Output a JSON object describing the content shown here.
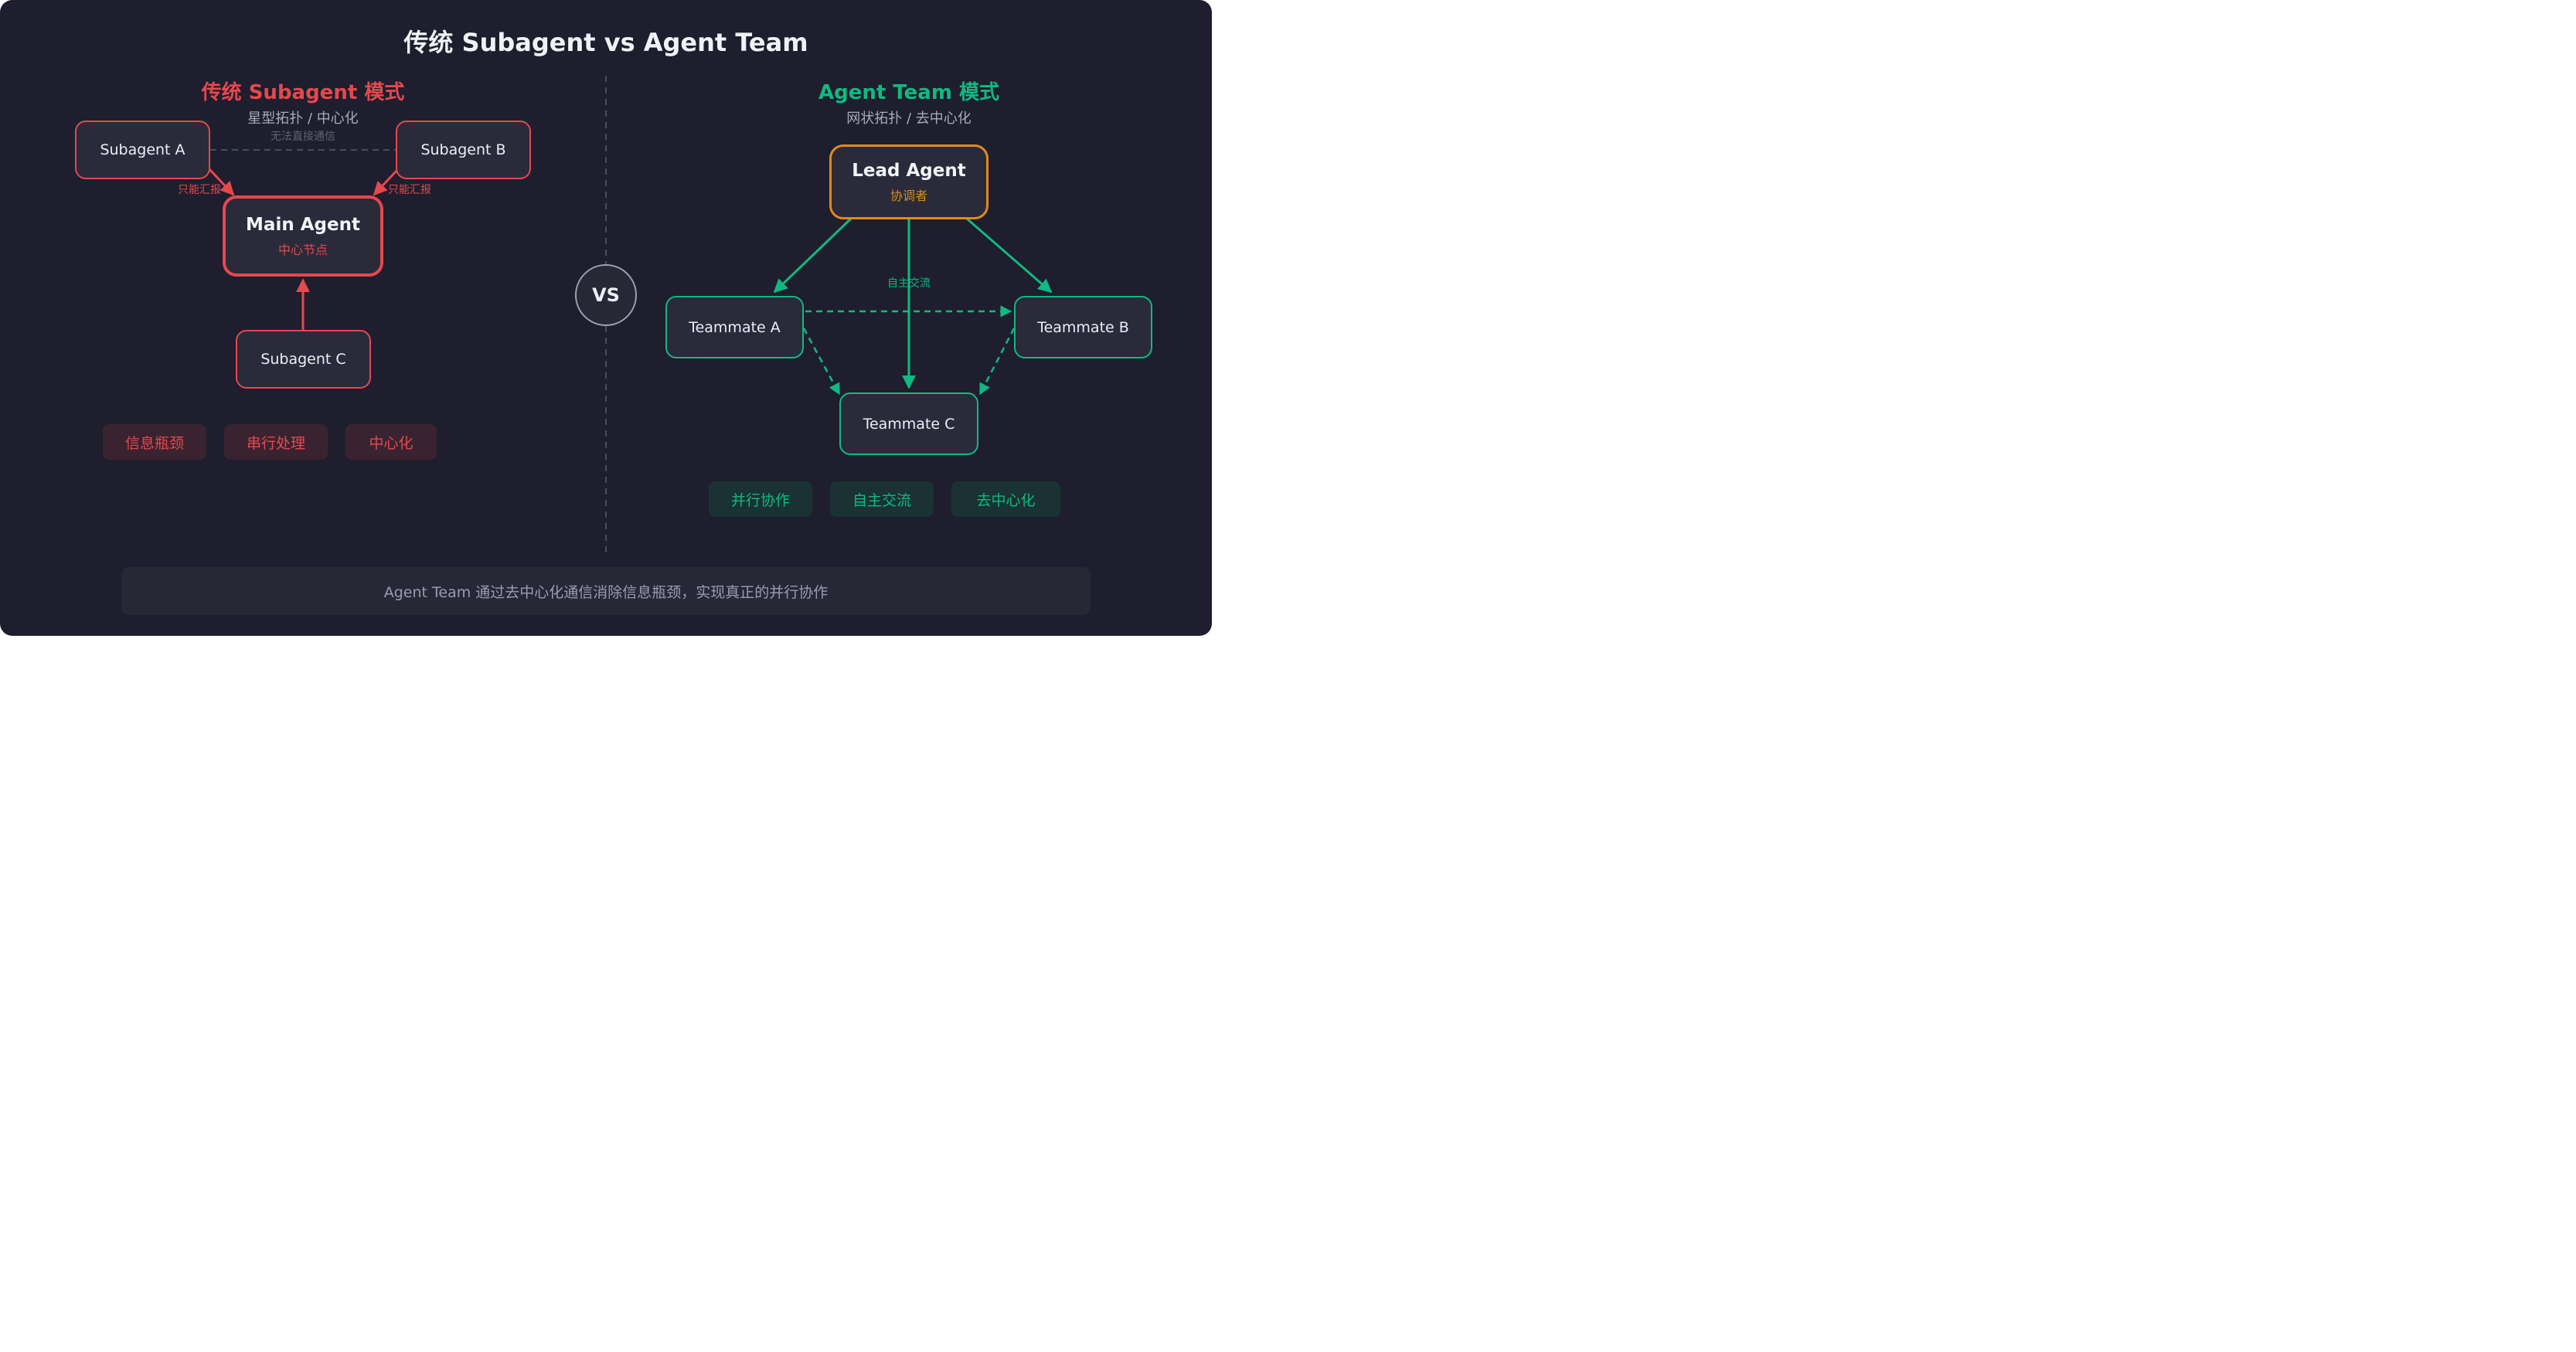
{
  "title": "传统 Subagent vs Agent Team",
  "vs_label": "VS",
  "left": {
    "title": "传统 Subagent 模式",
    "subtitle": "星型拓扑 / 中心化",
    "nodes": {
      "subagent_a": "Subagent A",
      "subagent_b": "Subagent B",
      "subagent_c": "Subagent C",
      "main": {
        "label": "Main Agent",
        "sub": "中心节点"
      }
    },
    "edge_labels": {
      "no_direct": "无法直接通信",
      "report_a": "只能汇报",
      "report_b": "只能汇报"
    },
    "tags": [
      "信息瓶颈",
      "串行处理",
      "中心化"
    ]
  },
  "right": {
    "title": "Agent Team 模式",
    "subtitle": "网状拓扑 / 去中心化",
    "nodes": {
      "lead": {
        "label": "Lead Agent",
        "sub": "协调者"
      },
      "teammate_a": "Teammate A",
      "teammate_b": "Teammate B",
      "teammate_c": "Teammate C"
    },
    "edge_labels": {
      "autonomous": "自主交流"
    },
    "tags": [
      "并行协作",
      "自主交流",
      "去中心化"
    ]
  },
  "footer": "Agent Team 通过去中心化通信消除信息瓶颈，实现真正的并行协作",
  "colors": {
    "background": "#1e1e2e",
    "node_fill": "#2a2a3a",
    "red": "#e5484d",
    "green": "#10b981",
    "orange": "#e08a1b",
    "gray_line": "#4a4d5e"
  }
}
